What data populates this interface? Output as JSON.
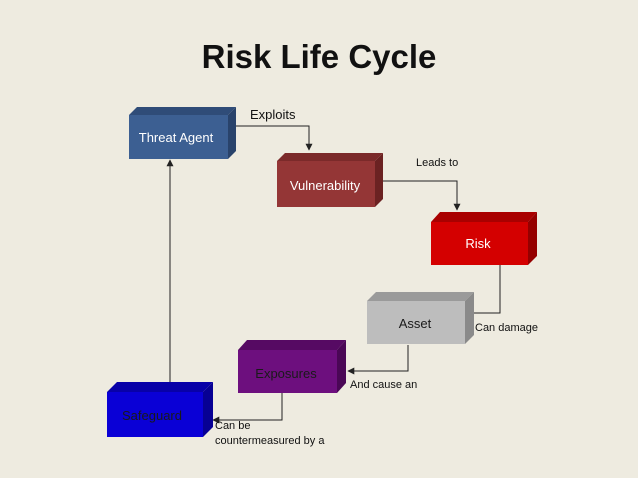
{
  "title": "Risk Life Cycle",
  "boxes": {
    "threat_agent": {
      "label": "Threat Agent",
      "front": "#3c5f92",
      "top": "#2f4c78",
      "side": "#29436b",
      "text": "#ffffff"
    },
    "vulnerability": {
      "label": "Vulnerability",
      "front": "#943636",
      "top": "#7b2a2a",
      "side": "#6b2222",
      "text": "#ffffff"
    },
    "risk": {
      "label": "Risk",
      "front": "#d40000",
      "top": "#a90000",
      "side": "#950000",
      "text": "#ffffff"
    },
    "asset": {
      "label": "Asset",
      "front": "#bdbdbd",
      "top": "#9a9a9a",
      "side": "#8a8a8a",
      "text": "#1a1a1a"
    },
    "exposures": {
      "label": "Exposures",
      "front": "#6d0f7e",
      "top": "#560a63",
      "side": "#4a0756",
      "text": "#1a1a1a"
    },
    "safeguard": {
      "label": "Safeguard",
      "front": "#0a00d6",
      "top": "#0800a8",
      "side": "#070094",
      "text": "#1a1a1a"
    }
  },
  "connectors": {
    "exploits": "Exploits",
    "leads_to": "Leads to",
    "can_damage": "Can damage",
    "and_cause_an": "And cause an",
    "can_be_line1": "Can be",
    "can_be_line2": "countermeasured by a"
  }
}
